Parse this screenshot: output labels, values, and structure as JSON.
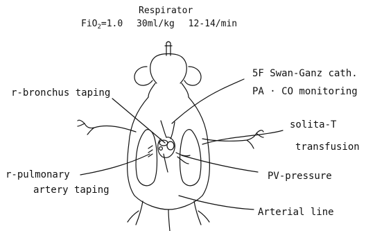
{
  "header": {
    "title": "Respirator",
    "fio2_prefix": "FiO",
    "fio2_sub": "2",
    "fio2_value": "=1.0",
    "volume": "30ml/kg",
    "rate": "12-14/min"
  },
  "labels": {
    "r_bronchus": "r-bronchus taping",
    "swan_ganz": "5F  Swan-Ganz cath.",
    "pa_co": "PA · CO monitoring",
    "solita": "solita-T",
    "transfusion": "transfusion",
    "r_pulmonary_1": "r-pulmonary",
    "r_pulmonary_2": "artery taping",
    "pv_pressure": "PV-pressure",
    "arterial_line": "Arterial line"
  }
}
